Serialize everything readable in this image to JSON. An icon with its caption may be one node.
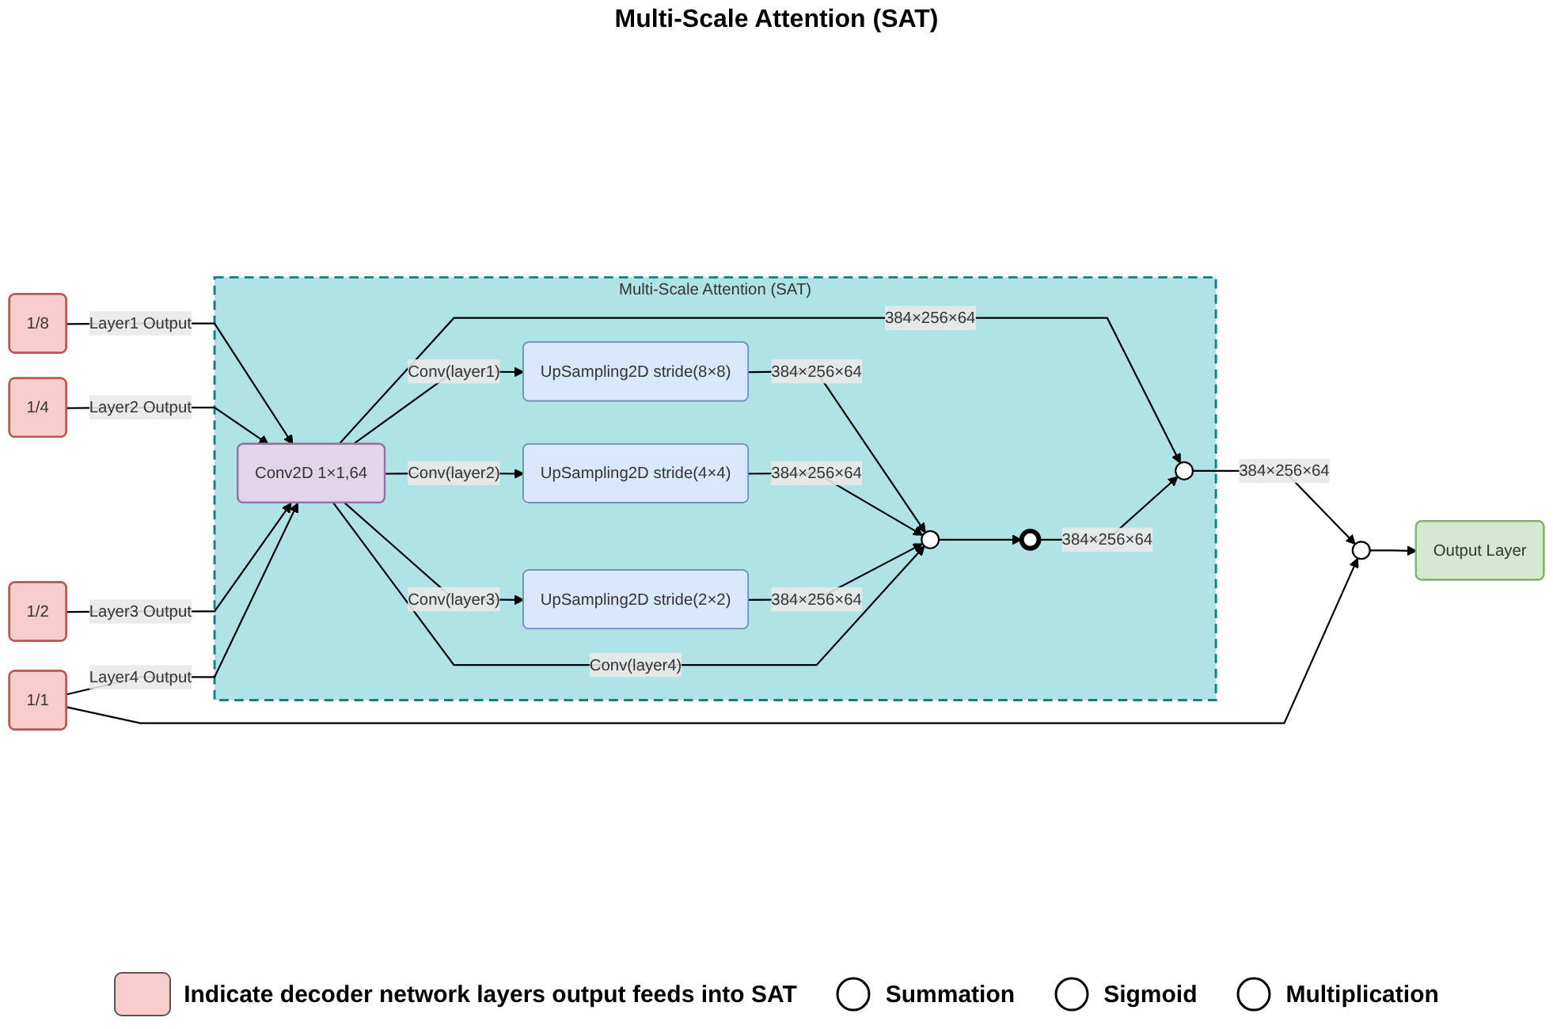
{
  "diagram": {
    "title": "Multi-Scale Attention (SAT)",
    "nodes": [
      {
        "text": [
          "Multi-Scale Attention (SAT)"
        ]
      },
      {
        "text": [
          "1/8"
        ]
      },
      {
        "text": [
          "1/4"
        ]
      },
      {
        "text": [
          "1/2"
        ]
      },
      {
        "text": [
          "1/1"
        ]
      },
      {
        "text": [
          "Conv2D 1×1,64"
        ],
        "in": 0
      },
      {
        "text": [
          "UpSampling2D stride(8×8)"
        ],
        "in": 0
      },
      {
        "text": [
          "UpSampling2D stride(4×4)"
        ],
        "in": 0
      },
      {
        "text": [
          "UpSampling2D stride(2×2)"
        ],
        "in": 0
      },
      {
        "text": [],
        "shape": "circle",
        "in": 0
      },
      {
        "text": [],
        "shape": "circle",
        "in": 0
      },
      {
        "text": [],
        "shape": "circle",
        "in": 0
      },
      {
        "text": [],
        "shape": "circle"
      },
      {
        "text": [
          "Output Layer"
        ]
      }
    ],
    "edges": [
      {
        "from": 1,
        "to": 5,
        "arrow": "to",
        "label": "Layer1 Output"
      },
      {
        "from": 2,
        "to": 5,
        "arrow": "to",
        "label": "Layer2 Output"
      },
      {
        "from": 3,
        "to": 5,
        "arrow": "to",
        "label": "Layer3 Output"
      },
      {
        "from": 4,
        "to": 5,
        "arrow": "to",
        "label": "Layer4 Output"
      },
      {
        "from": 5,
        "to": 6,
        "arrow": "to",
        "label": "Conv(layer1)"
      },
      {
        "from": 5,
        "to": 7,
        "arrow": "to",
        "label": "Conv(layer2)"
      },
      {
        "from": 5,
        "to": 8,
        "arrow": "to",
        "label": "Conv(layer3)"
      },
      {
        "from": 6,
        "to": 9,
        "arrow": "to",
        "label": "384×256×64"
      },
      {
        "from": 7,
        "to": 9,
        "arrow": "to",
        "label": "384×256×64"
      },
      {
        "from": 8,
        "to": 9,
        "arrow": "to",
        "label": "384×256×64"
      },
      {
        "from": 5,
        "to": 9,
        "arrow": "to",
        "label": "Conv(layer4)"
      },
      {
        "from": 5,
        "to": 11,
        "arrow": "to",
        "label": "384×256×64"
      },
      {
        "from": 9,
        "to": 10,
        "arrow": "to"
      },
      {
        "from": 10,
        "to": 11,
        "arrow": "to",
        "label": "384×256×64"
      },
      {
        "from": 11,
        "to": 12,
        "arrow": "to",
        "label": "384×256×64"
      },
      {
        "from": 4,
        "to": 12,
        "arrow": "to"
      },
      {
        "from": 12,
        "to": 13,
        "arrow": "to"
      }
    ],
    "legend": [
      {
        "text": "Indicate decoder network layers output feeds into SAT",
        "color": "#f8cecc"
      },
      {
        "text": "Summation"
      },
      {
        "text": "Sigmoid"
      },
      {
        "text": "Multiplication"
      }
    ]
  }
}
